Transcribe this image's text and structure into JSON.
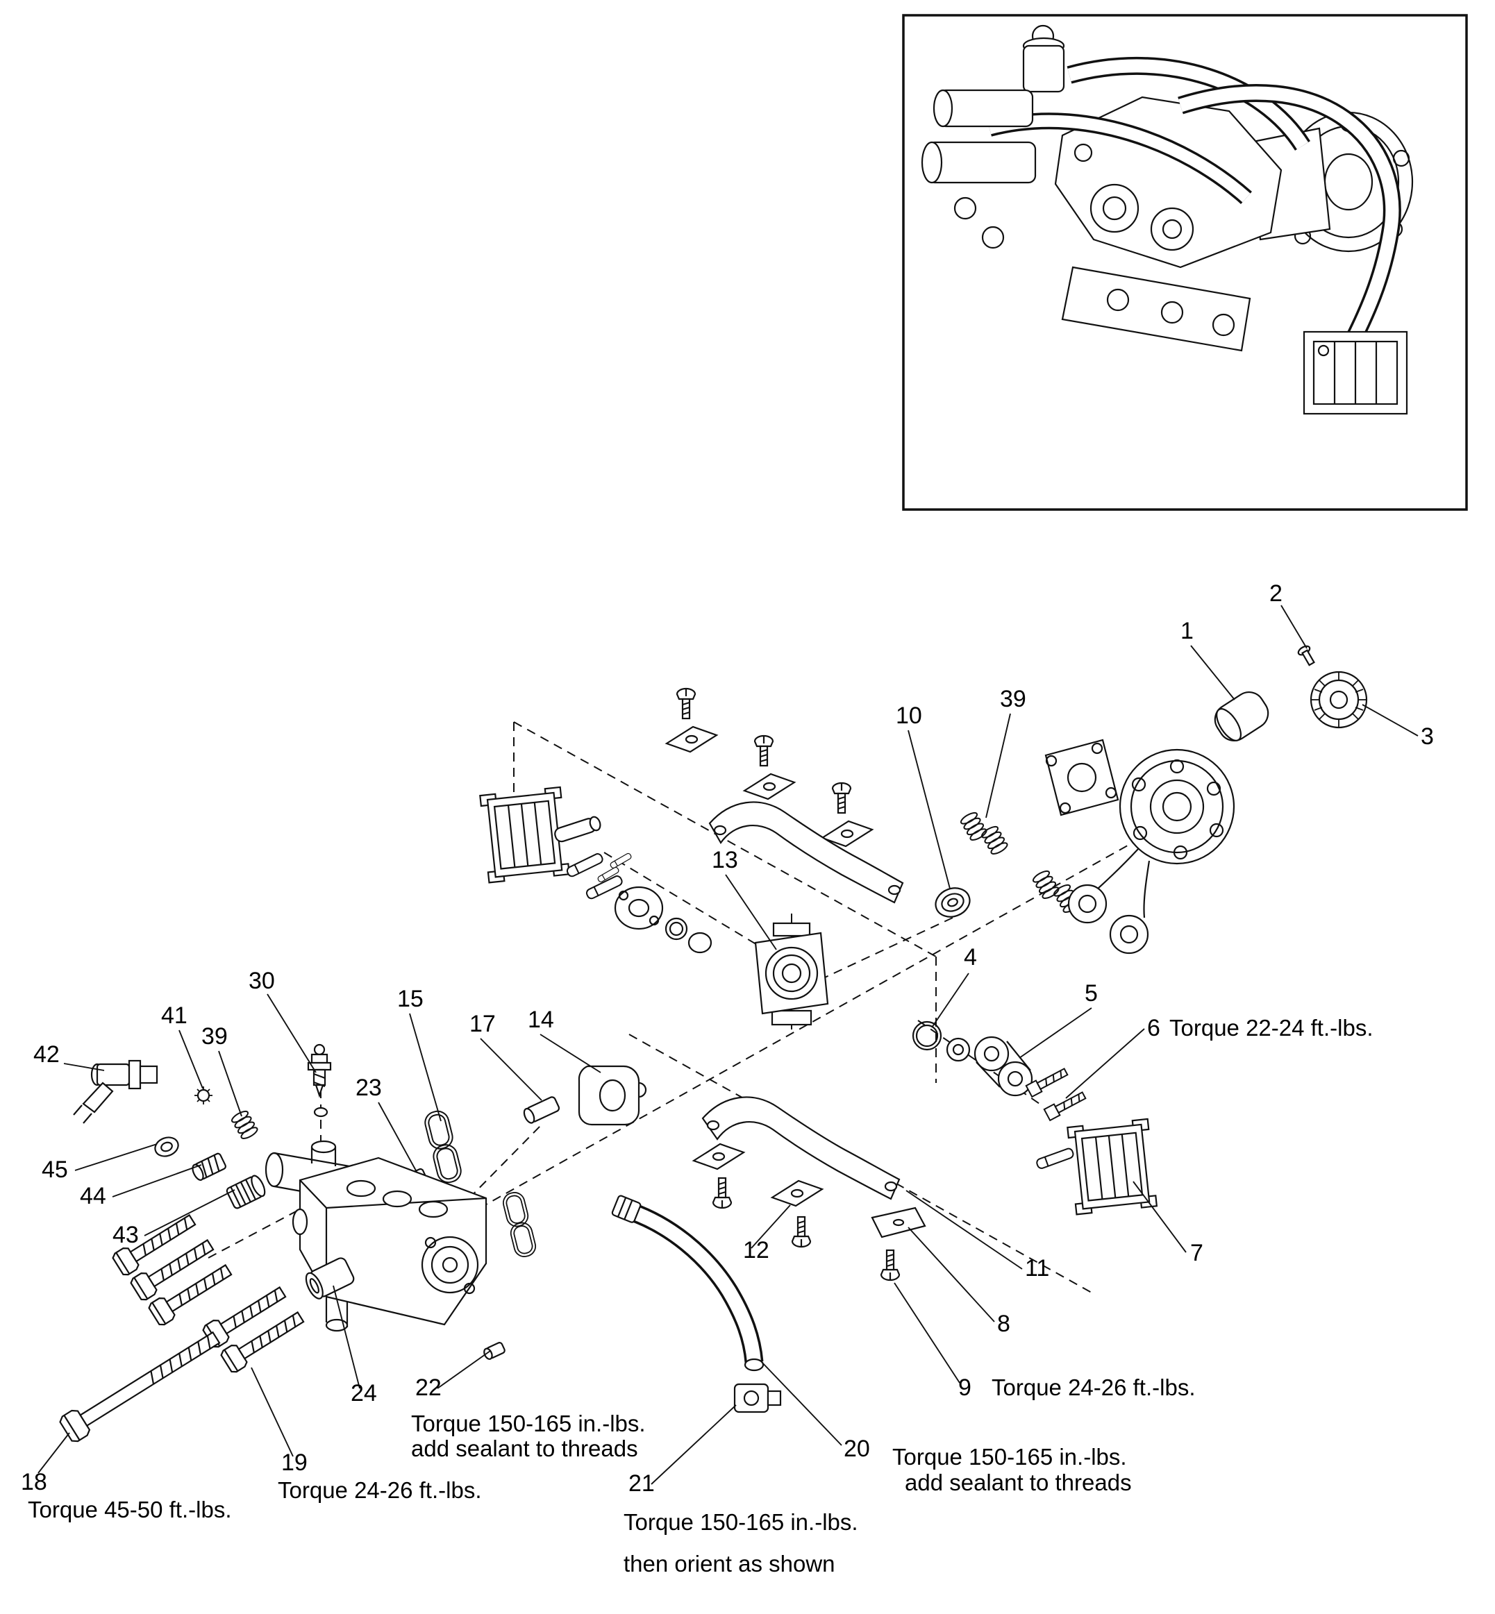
{
  "figure": {
    "description": "Exploded parts diagram of a pressure washer pump assembly with assembled inset view",
    "line_color": "#111111",
    "background": "#ffffff"
  },
  "callouts": {
    "n1": "1",
    "n2": "2",
    "n3": "3",
    "n4": "4",
    "n5": "5",
    "n6": "6",
    "n7": "7",
    "n8": "8",
    "n9": "9",
    "n10": "10",
    "n11": "11",
    "n12": "12",
    "n13": "13",
    "n14": "14",
    "n15": "15",
    "n17": "17",
    "n18": "18",
    "n19": "19",
    "n20": "20",
    "n21": "21",
    "n22": "22",
    "n23": "23",
    "n24": "24",
    "n30": "30",
    "n39_right": "39",
    "n39_left": "39",
    "n41": "41",
    "n42": "42",
    "n43": "43",
    "n44": "44",
    "n45": "45"
  },
  "annotations": {
    "torque6": "Torque 22-24 ft.-lbs.",
    "torque9": "Torque 24-26  ft.-lbs.",
    "torque18": "Torque 45-50 ft.-lbs.",
    "torque19": "Torque 24-26 ft.-lbs.",
    "torque22_line1": "Torque 150-165 in.-lbs.",
    "torque22_line2": "add sealant to threads",
    "torque20_line1": "Torque 150-165 in.-lbs.",
    "torque20_line2": "add sealant to threads",
    "torque21_line1": "Torque 150-165 in.-lbs.",
    "torque21_line2": "then orient as shown"
  }
}
